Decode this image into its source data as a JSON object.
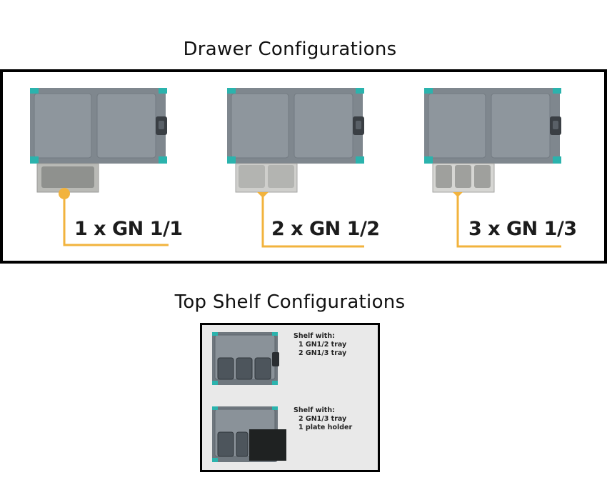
{
  "titles": {
    "drawer": "Drawer Configurations",
    "shelf": "Top Shelf Configurations"
  },
  "drawer_configs": [
    {
      "label": "1 x GN 1/1",
      "trays": 1
    },
    {
      "label": "2 x GN 1/2",
      "trays": 2
    },
    {
      "label": "3 x GN 1/3",
      "trays": 3
    }
  ],
  "shelf_configs": [
    {
      "heading": "Shelf with:",
      "line1": "1 GN1/2 tray",
      "line2": "2 GN1/3 tray"
    },
    {
      "heading": "Shelf with:",
      "line1": "2 GN1/3 tray",
      "line2": "1 plate holder"
    }
  ],
  "colors": {
    "body": "#8a9299",
    "body_dark": "#6e767d",
    "accent": "#2bb3ad",
    "callout": "#f2b33d",
    "tray": "#c9c9c6",
    "frame": "#000000"
  }
}
